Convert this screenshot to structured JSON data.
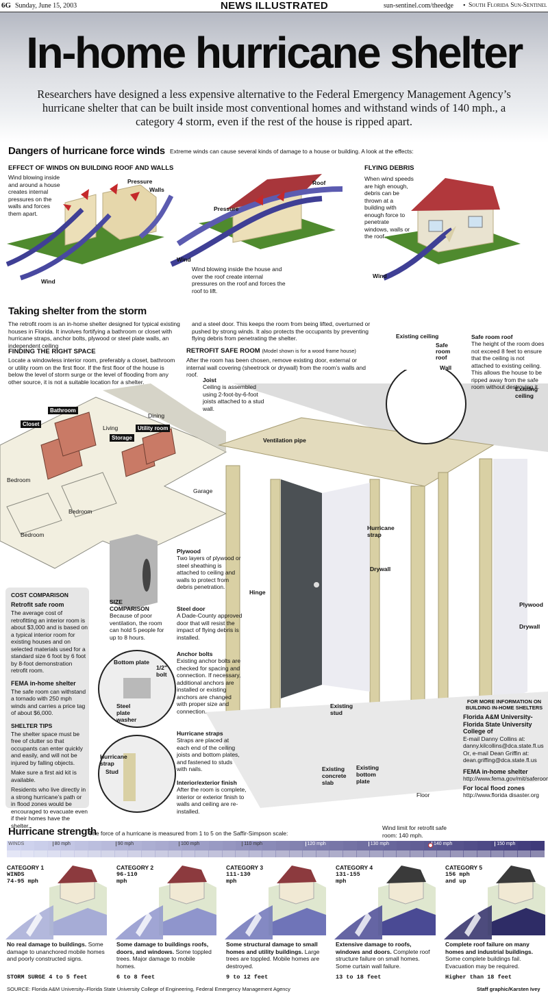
{
  "header": {
    "page": "6G",
    "date": "Sunday, June 15, 2003",
    "section": "NEWS ILLUSTRATED",
    "url": "sun-sentinel.com/theedge",
    "bullet": "•",
    "paper": "South Florida Sun-Sentinel"
  },
  "title": "In-home hurricane shelter",
  "dek": "Researchers have designed a less expensive alternative to the Federal Emergency Management Agency’s hurricane shelter that can be built inside most conventional homes and withstand winds of 140 mph., a category 4 storm, even if the rest of the house is ripped apart.",
  "dangers": {
    "heading": "Dangers of hurricane force winds",
    "intro": "Extreme winds can cause several kinds of damage to a house or building. A look at the effects:",
    "effect_heading": "EFFECT OF WINDS ON BUILDING ROOF AND WALLS",
    "effect_text": "Wind blowing inside and around a house creates internal pressures on the walls and forces them apart.",
    "labels": {
      "pressure": "Pressure",
      "walls": "Walls",
      "roof": "Roof",
      "wind": "Wind"
    },
    "roof_text": "Wind blowing inside the house and over the roof create internal pressures on the roof and forces the roof to lift.",
    "debris_heading": "FLYING DEBRIS",
    "debris_text": "When wind speeds are high enough, debris can be thrown at a building with enough force to penetrate windows, walls or the roof."
  },
  "shelter": {
    "heading": "Taking shelter from the storm",
    "intro1": "The retrofit room is an in-home shelter designed for typical existing houses in Florida. It involves fortifying a bathroom or closet with hurricane straps, anchor bolts, plywood or steel plate walls, an independent ceiling",
    "intro2": "and a steel door. This keeps the room from being lifted, overturned or pushed by strong winds. It also protects the occupants by preventing flying debris from penetrating the shelter.",
    "space_heading": "FINDING THE RIGHT SPACE",
    "space_text": "Locate a windowless interior room, preferably a closet, bathroom or utility room on the first floor. If the first floor of the house is below the level of storm surge or the level of flooding from any other source, it is not a suitable location for a shelter.",
    "safe_heading": "RETROFIT SAFE ROOM",
    "safe_note": "(Model shown is for a wood frame house)",
    "safe_text": "After the room has been chosen, remove existing door, external or internal wall covering (sheetrock or drywall) from the room’s walls and roof.",
    "rooms": {
      "bathroom": "Bathroom",
      "closet": "Closet",
      "living": "Living",
      "dining": "Dining",
      "storage": "Storage",
      "utility": "Utility room",
      "bedroom": "Bedroom",
      "garage": "Garage"
    },
    "callouts": {
      "existing_ceiling": "Existing ceiling",
      "safe_room_roof": "Safe room roof",
      "wall": "Wall",
      "roof_heading": "Safe room roof",
      "roof_text": "The height of the room does not exceed 8 feet to ensure that the ceiling is not attached to existing ceiling. This allows the house to be ripped away from the safe room without destroying it.",
      "existing_ceiling2": "Existing ceiling",
      "joist_heading": "Joist",
      "joist_text": "Ceiling is assembled using 2-foot-by-6-foot joists attached to a stud wall.",
      "vent": "Ventilation pipe",
      "strap": "Hurricane strap",
      "drywall": "Drywall",
      "hinge": "Hinge",
      "plywood_heading": "Plywood",
      "plywood_text": "Two layers of plywood or steel sheathing is attached to ceiling and walls to protect from debris penetration.",
      "door_heading": "Steel door",
      "door_text": "A Dade-County approved door that will resist the impact of flying debris is installed.",
      "anchor_heading": "Anchor bolts",
      "anchor_text": "Existing anchor bolts are checked for spacing and connection. If necessary, additional anchors are installed or existing anchors are changed with proper size and connection.",
      "straps_heading": "Hurricane straps",
      "straps_text": "Straps are placed at each end of the ceiling joists and bottom plates, and fastened to studs with nails.",
      "finish_heading": "Interior/exterior finish",
      "finish_text": "After the room is complete, interior or exterior finish to walls and ceiling are re-installed.",
      "plywood2": "Plywood",
      "drywall2": "Drywall",
      "existing_stud": "Existing stud",
      "concrete": "Existing concrete slab",
      "bottom_plate": "Existing bottom plate",
      "floor": "Floor",
      "bottom_plate2": "Bottom plate",
      "bolt": "1/2\" bolt",
      "washer": "Steel plate washer",
      "strap2": "Hurricane strap",
      "stud": "Stud",
      "size_heading": "SIZE COMPARISON",
      "size_text": "Because of poor ventilation, the room can hold 5 people for up to 8 hours."
    }
  },
  "cost": {
    "heading": "COST COMPARISON",
    "retrofit_heading": "Retrofit safe room",
    "retrofit_text": "The average cost of retrofitting an interior room is about $3,000 and is based on a typical interior room for existing houses and on selected materials used for a standard size 6 foot by 6 foot by 8-foot demonstration retrofit room.",
    "fema_heading": "FEMA in-home shelter",
    "fema_text": "The safe room can withstand a tornado with 250 mph winds and carries a price tag of about $6,000.",
    "tips_heading": "SHELTER TIPS",
    "tips1": "The shelter space must be free of clutter so that occupants can enter quickly and easily, and will not be injured by falling objects.",
    "tips2": "Make sure a first aid kit is available.",
    "tips3": "Residents who live directly in a strong hurricane’s path or in flood zones would be encouraged to evacuate even if their homes have the shelter."
  },
  "info": {
    "heading": "FOR MORE INFORMATION ON BUILDING IN-HOME SHELTERS",
    "uni": "Florida A&M University-Florida State University College of",
    "line1": "E-mail Danny Collins at:",
    "line2": "danny.kilcollins@dca.state.fl.us",
    "line3": "Or, e-mail Dean Griffin at:",
    "line4": "dean.griffing@dca.state.fl.us",
    "fema_heading": "FEMA in-home shelter",
    "fema_url": "http://www.fema.gov/mit/saferoom/",
    "flood_heading": "For local flood zones",
    "flood_url": "http://www.florida disaster.org"
  },
  "strength": {
    "heading": "Hurricane strength",
    "intro": "The force of a hurricane is measured from 1 to 5 on the Saffir-Simpson scale:",
    "limit": "Wind limit for retrofit safe room: 140 mph.",
    "winds_label": "WINDS",
    "scale_min": 73,
    "scale_max": 158,
    "limit_value": 140,
    "ticks": [
      {
        "v": 80,
        "label": "80 mph"
      },
      {
        "v": 90,
        "label": "90 mph"
      },
      {
        "v": 100,
        "label": "100 mph"
      },
      {
        "v": 110,
        "label": "110 mph"
      },
      {
        "v": 120,
        "label": "120 mph"
      },
      {
        "v": 130,
        "label": "130 mph"
      },
      {
        "v": 140,
        "label": "140 mph"
      },
      {
        "v": 150,
        "label": "150 mph"
      }
    ],
    "categories": [
      {
        "name": "CATEGORY 1",
        "winds_label": "WINDS",
        "speed": "74-95 mph",
        "desc_bold": "No real damage to buildings.",
        "desc": "Some damage to unanchored mobile homes and poorly constructed signs.",
        "surge_label": "STORM SURGE",
        "surge": "4 to 5 feet"
      },
      {
        "name": "CATEGORY 2",
        "speed": "96-110 mph",
        "desc_bold": "Some damage to buildings roofs, doors, and windows.",
        "desc": "Some toppled trees. Major damage to mobile homes.",
        "surge": "6 to 8 feet"
      },
      {
        "name": "CATEGORY 3",
        "speed": "111-130 mph",
        "desc_bold": "Some structural damage to small homes and utility buildings.",
        "desc": "Large trees are toppled. Mobile homes are destroyed.",
        "surge": "9 to 12 feet"
      },
      {
        "name": "CATEGORY 4",
        "speed": "131-155 mph",
        "desc_bold": "Extensive damage to roofs, windows and doors.",
        "desc": "Complete roof structure failure on small homes. Some curtain wall failure.",
        "surge": "13 to 18 feet"
      },
      {
        "name": "CATEGORY 5",
        "speed": "156 mph and up",
        "desc_bold": "Complete roof failure on many homes and industrial buildings.",
        "desc": "Some complete buildings fail. Evacuation may be required.",
        "surge": "Higher than 18 feet"
      }
    ]
  },
  "footer": {
    "source": "SOURCE: Florida A&M University–Florida State University College of Engineering, Federal Emergency Management Agency",
    "credit": "Staff graphic/Karsten Ivey"
  },
  "colors": {
    "wind_arrow": "#3f3f95",
    "pressure_arrow": "#c4292b",
    "grass": "#4f8a2e",
    "wall": "#ecdfb8",
    "roof": "#a8363b",
    "frame": "#d9d0a4",
    "room_floor": "#c97a66",
    "door": "#4b5054",
    "scale_dark": "#3f3a7a"
  }
}
